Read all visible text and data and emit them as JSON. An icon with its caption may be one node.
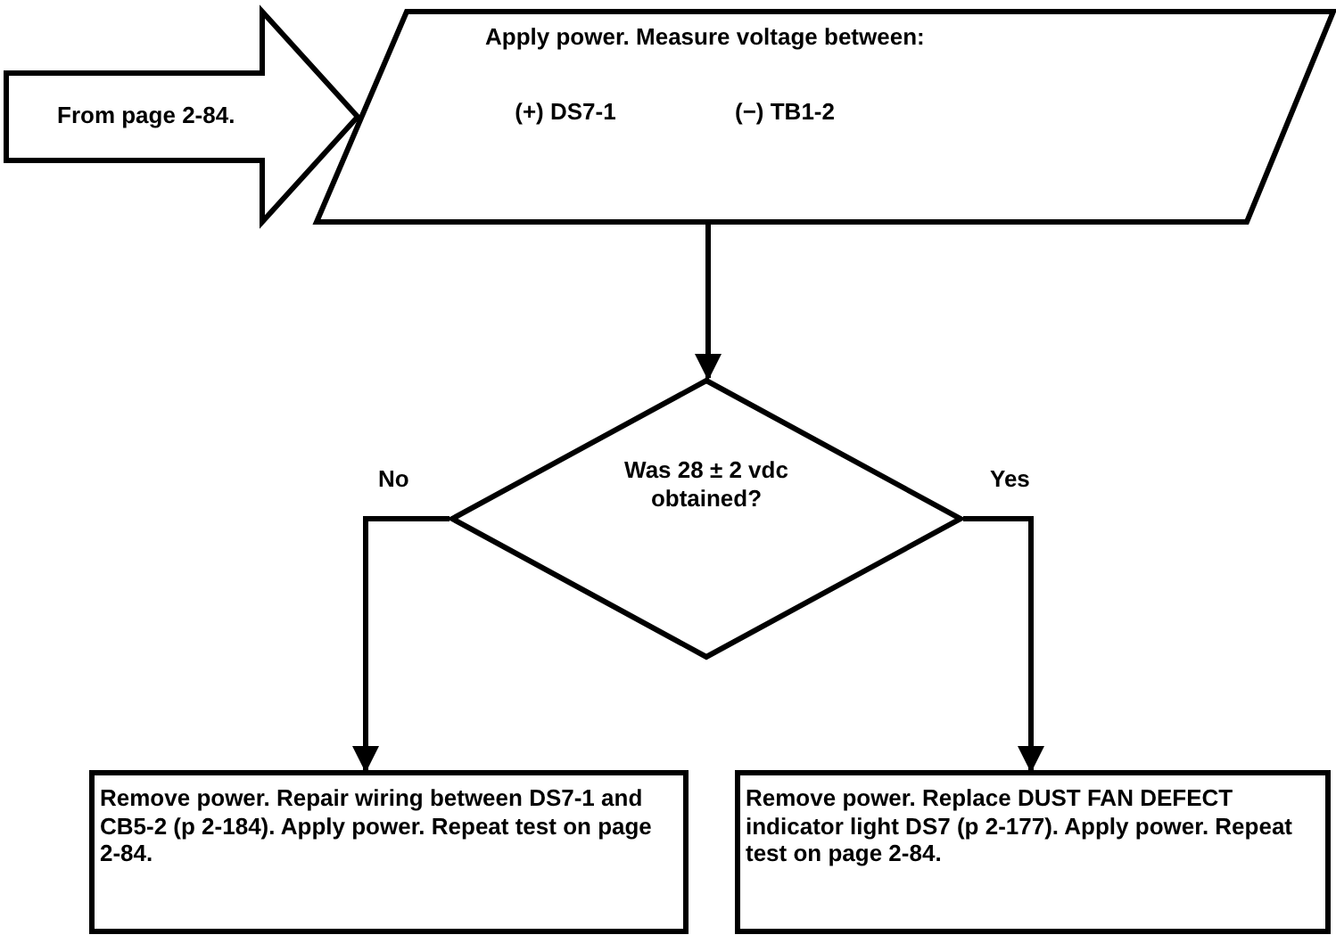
{
  "diagram": {
    "nodes": [
      {
        "text": [
          "From page 2-84."
        ]
      },
      {
        "text": [
          "Apply power. Measure voltage between:",
          "(+) DS7-1",
          "(−) TB1-2"
        ]
      },
      {
        "text": [
          "Was 28 ± 2 vdc obtained?"
        ]
      },
      {
        "text": [
          "Remove power. Repair wiring between DS7-1 and CB5-2 (p 2-184). Apply power. Repeat test on page 2-84."
        ]
      },
      {
        "text": [
          "Remove power. Replace DUST FAN DEFECT indicator light DS7 (p 2-177). Apply power. Repeat test on page 2-84."
        ]
      }
    ],
    "edges": [
      {
        "from": 1,
        "to": 2,
        "arrow": "to"
      },
      {
        "from": 2,
        "to": 3,
        "arrow": "to",
        "label": "No"
      },
      {
        "from": 2,
        "to": 4,
        "arrow": "to",
        "label": "Yes"
      }
    ]
  }
}
